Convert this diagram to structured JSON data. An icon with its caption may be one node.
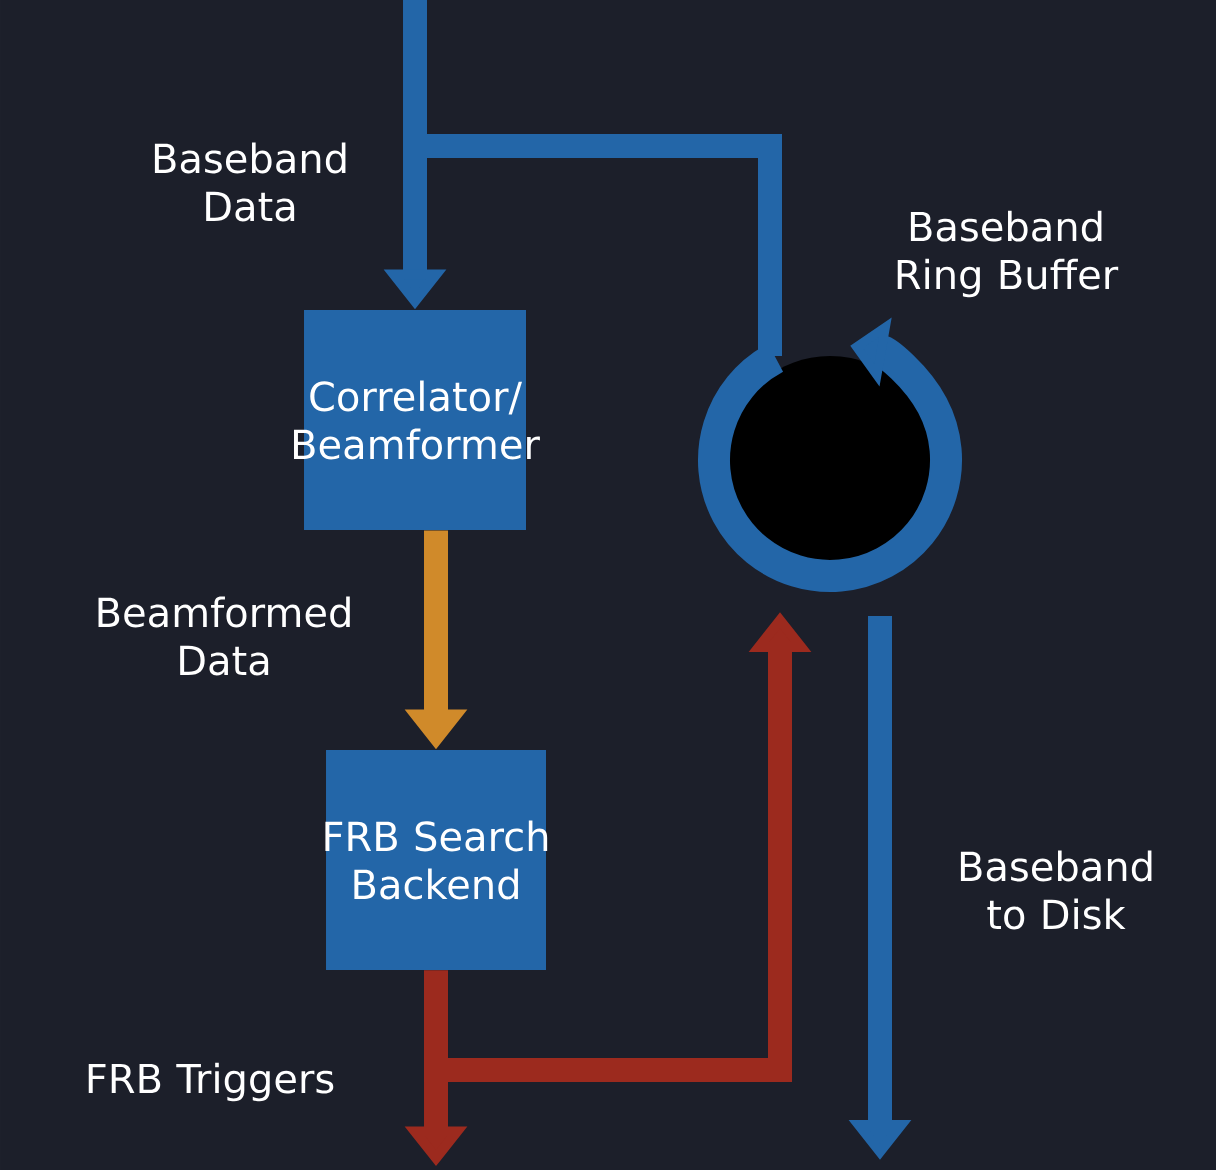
{
  "diagram": {
    "nodes": [
      {
        "text": [
          "Correlator/ Beamformer"
        ]
      },
      {
        "text": [
          "FRB Search Backend"
        ]
      },
      {
        "text": [
          "Baseband Ring Buffer"
        ]
      }
    ],
    "edges": [
      {
        "from": null,
        "to": 0,
        "arrow": "to",
        "label": "Baseband Data"
      },
      {
        "from": null,
        "to": 2,
        "arrow": "none"
      },
      {
        "from": 0,
        "to": 1,
        "arrow": "to",
        "label": "Beamformed Data",
        "color": "#d08a2a"
      },
      {
        "from": 1,
        "to": null,
        "arrow": "to",
        "label": "FRB Triggers",
        "color": "#9c2a1e"
      },
      {
        "from": 1,
        "to": 2,
        "arrow": "to",
        "color": "#9c2a1e"
      },
      {
        "from": 2,
        "to": null,
        "arrow": "to",
        "label": "Baseband to Disk"
      }
    ]
  }
}
